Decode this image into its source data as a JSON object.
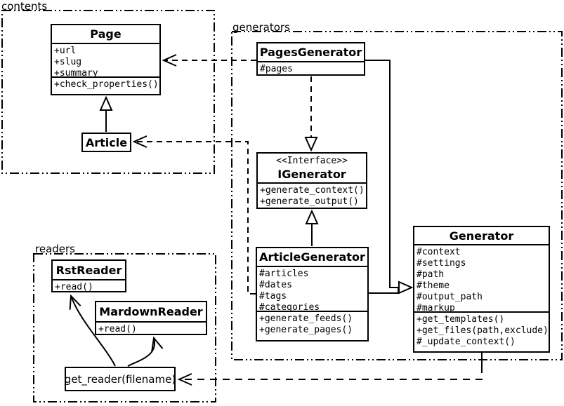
{
  "packages": {
    "contents": {
      "label": "contents"
    },
    "generators": {
      "label": "generators"
    },
    "readers": {
      "label": "readers"
    }
  },
  "classes": {
    "page": {
      "name": "Page",
      "attributes": [
        "+url",
        "+slug",
        "+summary"
      ],
      "methods": [
        "+check_properties()"
      ]
    },
    "article": {
      "name": "Article"
    },
    "pages_generator": {
      "name": "PagesGenerator",
      "attributes": [
        "#pages"
      ]
    },
    "igenerator": {
      "stereotype": "<<Interface>>",
      "name": "IGenerator",
      "methods": [
        "+generate_context()",
        "+generate_output()"
      ]
    },
    "article_generator": {
      "name": "ArticleGenerator",
      "attributes": [
        "#articles",
        "#dates",
        "#tags",
        "#categories"
      ],
      "methods": [
        "+generate_feeds()",
        "+generate_pages()"
      ]
    },
    "generator": {
      "name": "Generator",
      "attributes": [
        "#context",
        "#settings",
        "#path",
        "#theme",
        "#output_path",
        "#markup"
      ],
      "methods": [
        "+get_templates()",
        "+get_files(path,exclude)",
        "#_update_context()"
      ]
    },
    "rst_reader": {
      "name": "RstReader",
      "methods": [
        "+read()"
      ]
    },
    "mardown_reader": {
      "name": "MardownReader",
      "methods": [
        "+read()"
      ]
    },
    "get_reader": {
      "label": "get_reader(filename)"
    }
  },
  "relations": [
    {
      "from": "Article",
      "to": "Page",
      "type": "inheritance",
      "style": "solid"
    },
    {
      "from": "PagesGenerator",
      "to": "Page",
      "type": "dependency",
      "style": "dashed"
    },
    {
      "from": "ArticleGenerator",
      "to": "Article",
      "type": "dependency",
      "style": "dashed"
    },
    {
      "from": "PagesGenerator",
      "to": "IGenerator",
      "type": "realization",
      "style": "dashed"
    },
    {
      "from": "ArticleGenerator",
      "to": "IGenerator",
      "type": "realization",
      "style": "solid"
    },
    {
      "from": "PagesGenerator",
      "to": "Generator",
      "type": "inheritance",
      "style": "solid"
    },
    {
      "from": "ArticleGenerator",
      "to": "Generator",
      "type": "inheritance",
      "style": "solid"
    },
    {
      "from": "Generator",
      "to": "get_reader(filename)",
      "type": "dependency",
      "style": "dashed"
    },
    {
      "from": "get_reader(filename)",
      "to": "RstReader",
      "type": "arrow",
      "style": "solid-curved"
    },
    {
      "from": "get_reader(filename)",
      "to": "MardownReader",
      "type": "arrow",
      "style": "solid-curved"
    }
  ],
  "colors": {
    "line": "#000000",
    "background": "#ffffff",
    "box_fill": "#ffffff"
  }
}
